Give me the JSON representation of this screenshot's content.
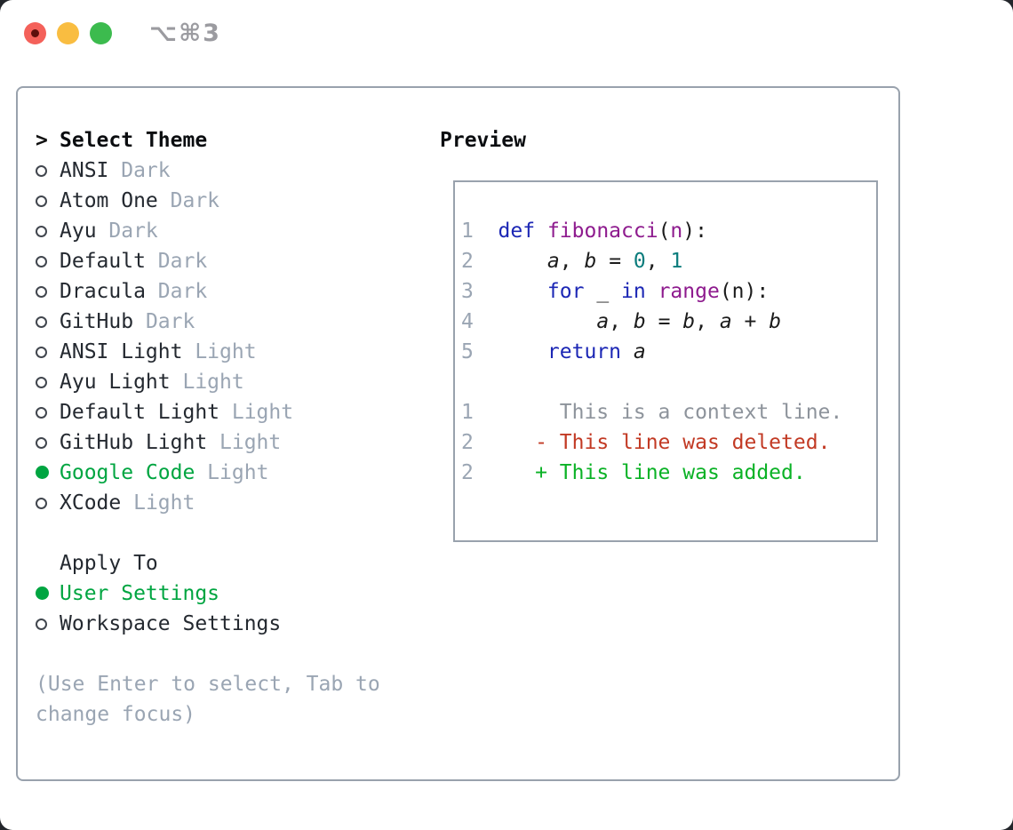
{
  "window": {
    "title": "⌥⌘3",
    "traffic_lights": [
      {
        "name": "close",
        "color": "#f4615a",
        "inner_dot": "#5c0f0c"
      },
      {
        "name": "minimize",
        "color": "#f9bd41"
      },
      {
        "name": "zoom",
        "color": "#3cbb4e"
      }
    ]
  },
  "theme_panel": {
    "header": {
      "cursor": ">",
      "label": "Select Theme"
    },
    "themes": [
      {
        "name": "ANSI",
        "variant": "Dark",
        "selected": false
      },
      {
        "name": "Atom One",
        "variant": "Dark",
        "selected": false
      },
      {
        "name": "Ayu",
        "variant": "Dark",
        "selected": false
      },
      {
        "name": "Default",
        "variant": "Dark",
        "selected": false
      },
      {
        "name": "Dracula",
        "variant": "Dark",
        "selected": false
      },
      {
        "name": "GitHub",
        "variant": "Dark",
        "selected": false
      },
      {
        "name": "ANSI Light",
        "variant": "Light",
        "selected": false
      },
      {
        "name": "Ayu Light",
        "variant": "Light",
        "selected": false
      },
      {
        "name": "Default Light",
        "variant": "Light",
        "selected": false
      },
      {
        "name": "GitHub Light",
        "variant": "Light",
        "selected": false
      },
      {
        "name": "Google Code",
        "variant": "Light",
        "selected": true
      },
      {
        "name": "XCode",
        "variant": "Light",
        "selected": false
      }
    ],
    "apply_to": {
      "label": "Apply To",
      "options": [
        {
          "label": "User Settings",
          "selected": true
        },
        {
          "label": "Workspace Settings",
          "selected": false
        }
      ]
    },
    "help": [
      "(Use Enter to select, Tab to",
      "change focus)"
    ]
  },
  "preview": {
    "label": "Preview",
    "code_lines": [
      {
        "num": "1",
        "tokens": [
          {
            "t": "def",
            "c": "kw"
          },
          {
            "t": " ",
            "c": "pl"
          },
          {
            "t": "fibonacci",
            "c": "fn"
          },
          {
            "t": "(",
            "c": "pl"
          },
          {
            "t": "n",
            "c": "fn"
          },
          {
            "t": "):",
            "c": "pl"
          }
        ]
      },
      {
        "num": "2",
        "tokens": [
          {
            "t": "    ",
            "c": "pl"
          },
          {
            "t": "a",
            "c": "var"
          },
          {
            "t": ", ",
            "c": "pl"
          },
          {
            "t": "b",
            "c": "var"
          },
          {
            "t": " = ",
            "c": "pl"
          },
          {
            "t": "0",
            "c": "lit"
          },
          {
            "t": ", ",
            "c": "pl"
          },
          {
            "t": "1",
            "c": "lit"
          }
        ]
      },
      {
        "num": "3",
        "tokens": [
          {
            "t": "    ",
            "c": "pl"
          },
          {
            "t": "for",
            "c": "kw"
          },
          {
            "t": " _ ",
            "c": "pl"
          },
          {
            "t": "in",
            "c": "kw"
          },
          {
            "t": " ",
            "c": "pl"
          },
          {
            "t": "range",
            "c": "fn"
          },
          {
            "t": "(n):",
            "c": "pl"
          }
        ]
      },
      {
        "num": "4",
        "tokens": [
          {
            "t": "        ",
            "c": "pl"
          },
          {
            "t": "a",
            "c": "var"
          },
          {
            "t": ", ",
            "c": "pl"
          },
          {
            "t": "b",
            "c": "var"
          },
          {
            "t": " = ",
            "c": "pl"
          },
          {
            "t": "b",
            "c": "var"
          },
          {
            "t": ", ",
            "c": "pl"
          },
          {
            "t": "a",
            "c": "var"
          },
          {
            "t": " + ",
            "c": "pl"
          },
          {
            "t": "b",
            "c": "var"
          }
        ]
      },
      {
        "num": "5",
        "tokens": [
          {
            "t": "    ",
            "c": "pl"
          },
          {
            "t": "return",
            "c": "kw"
          },
          {
            "t": " ",
            "c": "pl"
          },
          {
            "t": "a",
            "c": "var"
          }
        ]
      }
    ],
    "diff_lines": [
      {
        "num": "1",
        "tokens": [
          {
            "t": "     This is a context line.",
            "c": "ctx"
          }
        ]
      },
      {
        "num": "2",
        "tokens": [
          {
            "t": "   ",
            "c": "pl"
          },
          {
            "t": "- This line was deleted.",
            "c": "del"
          }
        ]
      },
      {
        "num": "2",
        "tokens": [
          {
            "t": "   ",
            "c": "pl"
          },
          {
            "t": "+ This line was added.",
            "c": "add"
          }
        ]
      }
    ]
  },
  "colors": {
    "panel_border": "#99a2ad",
    "text": "#242930",
    "muted": "#9aa5b3",
    "selected_green": "#00a541",
    "diff_added_green": "#0bb226",
    "diff_deleted_red": "#c23a24",
    "keyword_blue": "#1c27b5",
    "function_purple": "#8e1b8e",
    "literal_teal": "#0b7c7c"
  }
}
